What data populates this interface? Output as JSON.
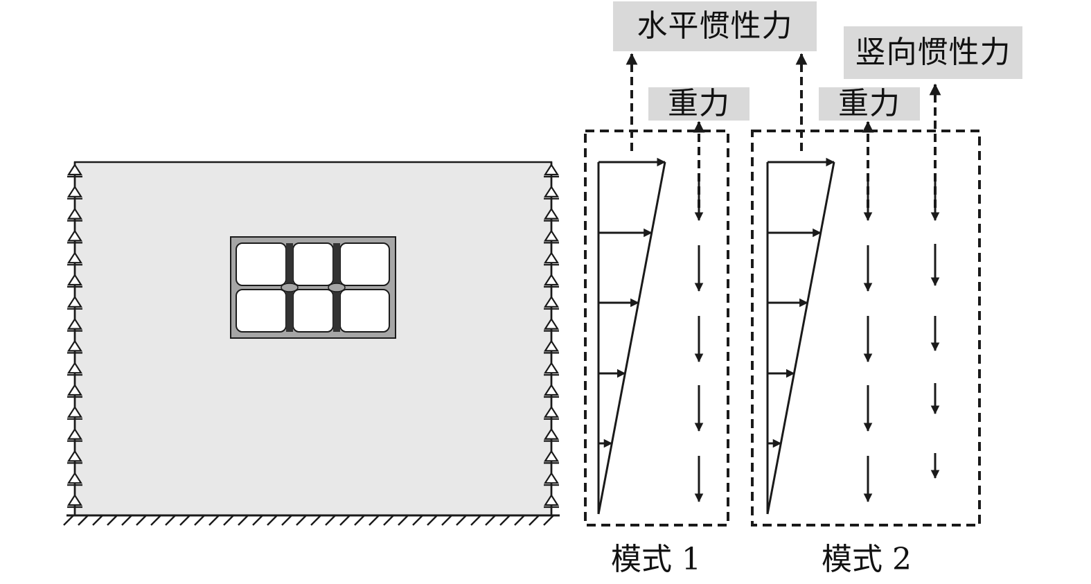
{
  "labels": {
    "horizontal_inertia": "水平惯性力",
    "vertical_inertia": "竖向惯性力",
    "gravity_mode1": "重力",
    "gravity_mode2": "重力"
  },
  "captions": {
    "mode1": "模式 1",
    "mode2": "模式 2"
  },
  "colors": {
    "soil_fill": "#e8e8e8",
    "label_fill": "#d9d9d9",
    "stroke": "#1a1a1a",
    "frame_fill": "#a6a6a6"
  },
  "icons": {
    "roller_support": "triangle-roller-icon",
    "fixed_base": "hatch-ground-icon",
    "arrow": "arrow-head-icon"
  }
}
